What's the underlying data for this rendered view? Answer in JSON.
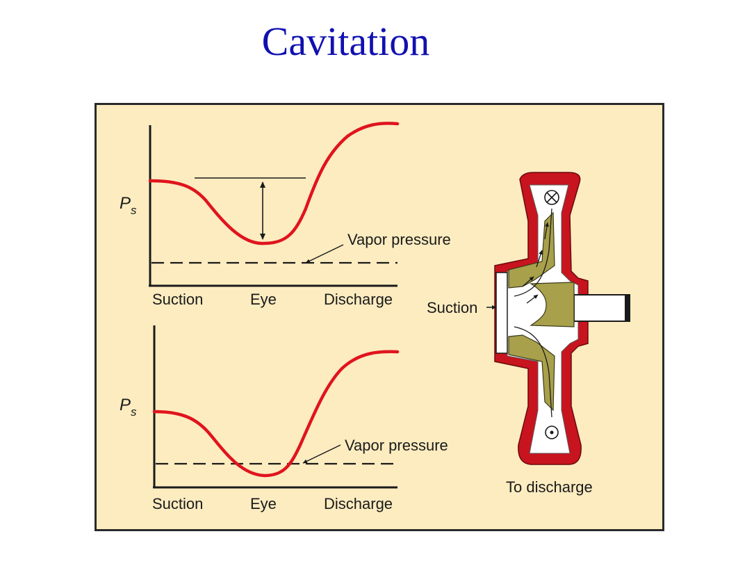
{
  "title": "Cavitation",
  "colors": {
    "title": "#1010b0",
    "background": "#fcecc0",
    "curve": "#e0141e",
    "casing": "#c8141e",
    "impeller": "#a8a04a"
  },
  "top_graph": {
    "y_label_main": "P",
    "y_label_sub": "s",
    "x_labels": [
      "Suction",
      "Eye",
      "Discharge"
    ],
    "vapor_label": "Vapor pressure"
  },
  "bottom_graph": {
    "y_label_main": "P",
    "y_label_sub": "s",
    "x_labels": [
      "Suction",
      "Eye",
      "Discharge"
    ],
    "vapor_label": "Vapor pressure"
  },
  "pump": {
    "suction_label": "Suction",
    "discharge_label": "To discharge",
    "top_icon": "x-circle-icon",
    "bottom_icon": "dot-circle-icon"
  }
}
